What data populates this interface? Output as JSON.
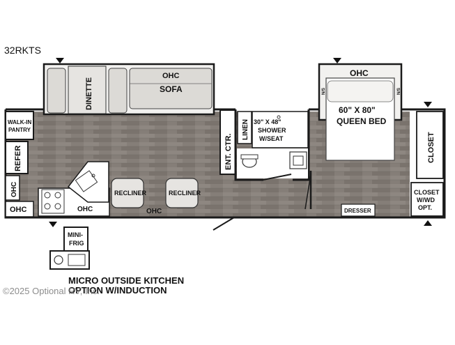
{
  "model": "32RKTS",
  "labels": {
    "dinette": "DINETTE",
    "sofa_ohc": "OHC",
    "sofa": "SOFA",
    "walkin_1": "WALK-IN",
    "walkin_2": "PANTRY",
    "refer": "REFER",
    "ohc_side": "OHC",
    "ohc_bottom_left": "OHC",
    "ohc_kitchen": "OHC",
    "ohc_front": "OHC",
    "recliner_1": "RECLINER",
    "recliner_2": "RECLINER",
    "ent_ctr": "ENT. CTR.",
    "linen": "LINEN",
    "shower_1": "30\" X 48\"",
    "shower_2": "SHOWER",
    "shower_3": "W/SEAT",
    "bed_ohc": "OHC",
    "nightstand_1": "N/S",
    "nightstand_2": "N/S",
    "bed_1": "60\" X 80\"",
    "bed_2": "QUEEN BED",
    "closet": "CLOSET",
    "closet_wd_1": "CLOSET",
    "closet_wd_2": "W/WD",
    "closet_wd_3": "OPT.",
    "dresser": "DRESSER",
    "minifrig_1": "MINI-",
    "minifrig_2": "FRIG",
    "outside_1": "MICRO OUTSIDE KITCHEN",
    "outside_2": "OPTION W/INDUCTION"
  },
  "watermark": "©2025 Optional RV, Inc.",
  "colors": {
    "floor": "#857e78",
    "wall": "#1a1a1a",
    "slide": "#e9e7e4",
    "sofa": "#dcdad6"
  }
}
